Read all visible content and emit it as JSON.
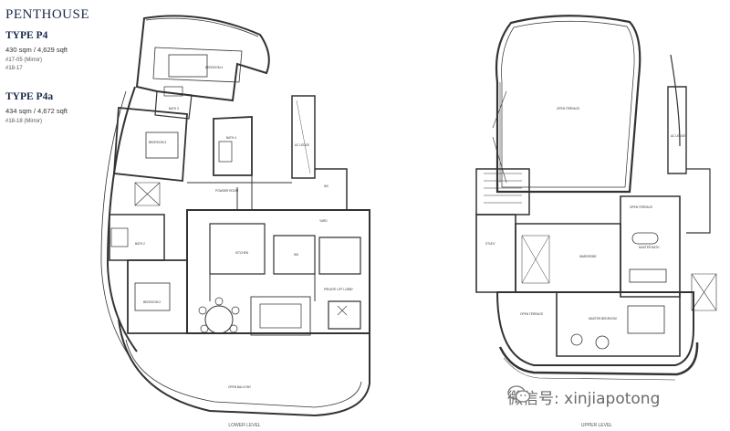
{
  "header": {
    "title": "PENTHOUSE",
    "type_a": "TYPE P4",
    "type_a_area": "430 sqm / 4,629 sqft",
    "type_a_units_1": "#17-05 (Mirror)",
    "type_a_units_2": "#18-17",
    "type_b": "TYPE P4a",
    "type_b_area": "434 sqm / 4,672 sqft",
    "type_b_units_1": "#18-18 (Mirror)"
  },
  "plans": {
    "lower_label": "LOWER LEVEL",
    "upper_label": "UPPER LEVEL",
    "lower_rooms": {
      "bedroom4": "BEDROOM 4",
      "bedroom3": "BEDROOM 3",
      "bedroom2": "BEDROOM 2",
      "bath3": "BATH 3",
      "bath2": "BATH 2",
      "bath4": "BATH 4",
      "powder": "POWDER ROOM",
      "kitchen": "KITCHEN",
      "ws": "WS",
      "yard": "YARD",
      "wc": "WC",
      "ac_ledge": "AC LEDGE",
      "private_lift_lobby": "PRIVATE LIFT LOBBY",
      "balcony": "OPEN BALCONY"
    },
    "upper_rooms": {
      "roof_terrace": "OPEN TERRACE",
      "ac_ledge": "AC LEDGE",
      "study": "STUDY",
      "wardrobe": "WARDROBE",
      "master_bath": "MASTER BATH",
      "master_bedroom": "MASTER BEDROOM",
      "open_terrace_1": "OPEN TERRACE",
      "open_terrace_2": "OPEN TERRACE"
    }
  },
  "watermark": {
    "icon": "wechat-icon",
    "text": "微信号: xinjiapotong"
  }
}
